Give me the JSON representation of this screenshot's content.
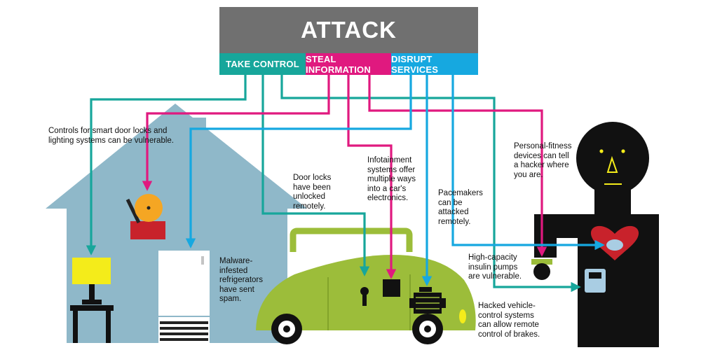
{
  "header": {
    "title": "ATTACK"
  },
  "categories": {
    "take_control": {
      "label": "TAKE CONTROL",
      "color": "#17a69b"
    },
    "steal_information": {
      "label": "STEAL INFORMATION",
      "color": "#e0197f"
    },
    "disrupt_services": {
      "label": "DISRUPT SERVICES",
      "color": "#16a8e0"
    }
  },
  "annotations": {
    "smart_home": "Controls for smart door locks and\nlighting systems can be vulnerable.",
    "refrigerator": "Malware-\ninfested\nrefrigerators\nhave sent\nspam.",
    "door_locks": "Door locks\nhave been\nunlocked\nremotely.",
    "infotainment": "Infotainment\nsystems offer\nmultiple ways\ninto a car's\nelectronics.",
    "pacemakers": "Pacemakers\ncan be\nattacked\nremotely.",
    "fitness": "Personal-fitness\ndevices can tell\na hacker where\nyou are.",
    "insulin": "High-capacity\ninsulin pumps\nare vulnerable.",
    "vehicle_control": "Hacked vehicle-\ncontrol systems\ncan allow remote\ncontrol of brakes."
  },
  "colors": {
    "teal": "#17a69b",
    "magenta": "#e0197f",
    "blue": "#16a8e0",
    "house": "#8fb8c9",
    "car": "#9cbd3a",
    "person": "#111111",
    "lamp": "#f4ec1a",
    "bell": "#f5a623",
    "bell_base": "#c8222b",
    "heart": "#c8222b",
    "header": "#707070"
  }
}
